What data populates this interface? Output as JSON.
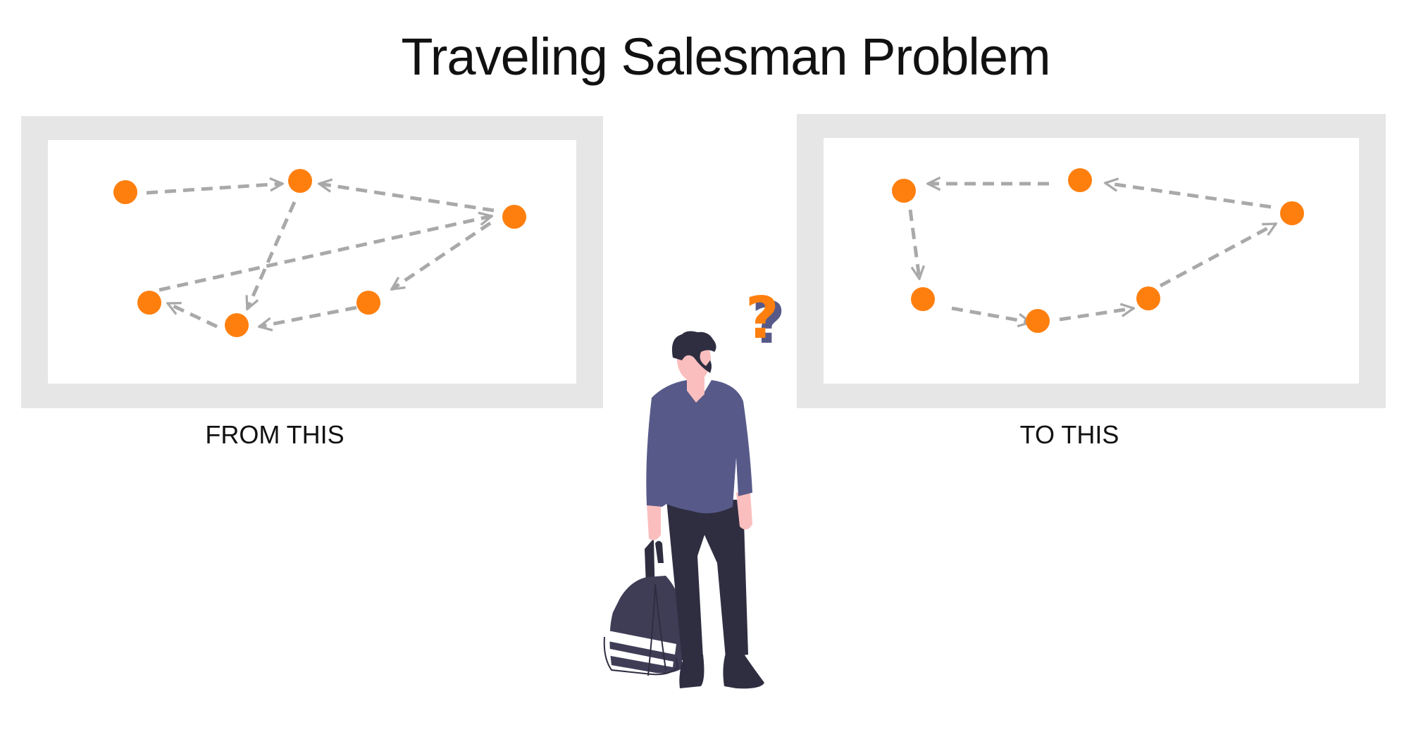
{
  "title": "Traveling Salesman Problem",
  "left_panel": {
    "caption": "FROM THIS"
  },
  "right_panel": {
    "caption": "TO THIS"
  },
  "illustration": {
    "question_mark": "?"
  },
  "colors": {
    "node": "#fe7f0e",
    "edge": "#a9a9a9",
    "panel_border": "#e6e6e6",
    "shirt": "#575a89",
    "pants": "#2f2e41",
    "skin": "#fbbebe",
    "question_orange": "#ff7f0e",
    "question_purple": "#575a89"
  }
}
